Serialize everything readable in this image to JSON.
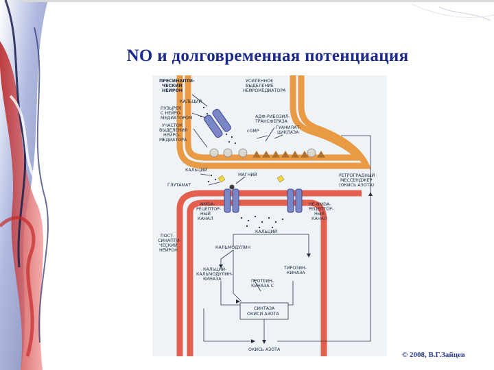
{
  "slide": {
    "title": "NO и долговременная потенциация",
    "copyright": "© 2008, В.Г.Зайцев"
  },
  "diagram": {
    "presynaptic": [
      "ПРЕСИНАПТИ-",
      "ЧЕСКИЙ",
      "НЕЙРОН"
    ],
    "enhanced_release": [
      "УСИЛЕННОЕ",
      "ВЫДЕЛЕНИЕ",
      "НЕЙРОМЕДИАТОРА"
    ],
    "calcium_top": "КАЛЬЦИЙ",
    "vesicle": [
      "ПУЗЫРЕК",
      "С НЕЙРО-",
      "МЕДИАТОРОМ"
    ],
    "release_site": [
      "УЧАСТОК",
      "ВЫДЕЛЕНИЯ",
      "НЕЙРО-",
      "МЕДИАТОРА"
    ],
    "adp_ribosyl": [
      "АДФ-РИБОЗИЛ-",
      "ТРАНСФЕРАЗА"
    ],
    "cgmp": "cGMP",
    "guanylate": [
      "ГУАНИЛАТ-",
      "ЦИКЛАЗА"
    ],
    "calcium_cleft": "КАЛЬЦИЙ",
    "magnesium": "МАГНИЙ",
    "glutamate": "ГЛУТАМАТ",
    "retrograde": [
      "РЕТРОГРАДНЫЙ",
      "МЕССЕНДЖЕР",
      "(ОКИСЬ АЗОТА)"
    ],
    "nmda": [
      "NMDA-",
      "РЕЦЕПТОР-",
      "НЫЙ",
      "КАНАЛ"
    ],
    "non_nmda": [
      "НЕ-NMDA-",
      "РЕЦЕПТОР-",
      "НЫЙ",
      "КАНАЛ"
    ],
    "calcium_post": "КАЛЬЦИЙ",
    "postsynaptic": [
      "ПОСТ-",
      "СИНАПТИ-",
      "ЧЕСКИЙ",
      "НЕЙРОН"
    ],
    "calmodulin": "КАЛЬМОДУЛИН",
    "camk": [
      "КАЛЬЦИЙ-",
      "КАЛЬМОДУЛИН-",
      "КИНАЗА"
    ],
    "tyrosine": [
      "ТИРОЗИН-",
      "КИНАЗА"
    ],
    "pkc": [
      "ПРОТЕИН-",
      "КИНАЗА С"
    ],
    "nos": [
      "СИНТАЗА",
      "ОКИСИ АЗОТА"
    ],
    "no": "ОКИСЬ АЗОТА"
  }
}
